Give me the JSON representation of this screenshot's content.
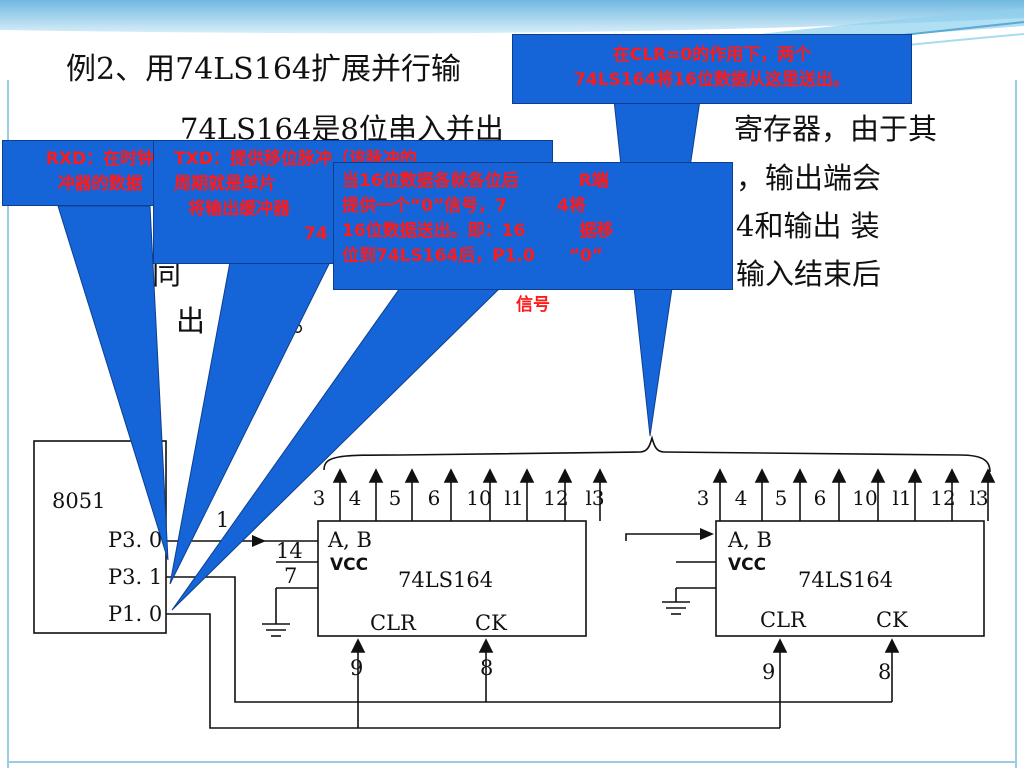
{
  "slide": {
    "title": "例2、用74LS164扩展并行输",
    "body_lines": [
      "74LS164是8位串入并出",
      "寄存器，由于其",
      "，输出端会",
      "4和输出 装",
      "输入结束后",
      "同",
      "出",
      "。"
    ]
  },
  "callouts": {
    "rxd": {
      "lines": [
        "RXD：在时钟",
        "冲器的数据"
      ]
    },
    "txd": {
      "lines": [
        "TXD：提供移位脉冲（该脉冲的",
        "周期就是单片",
        "将输出缓冲器",
        "74"
      ]
    },
    "clr_signal": {
      "lines": [
        "当16位数据各就各位后",
        "R端",
        "提供一个“0”信号，7",
        "4将",
        "16位数据送出。即：16",
        "据移",
        "位到74LS164后，P1.0",
        "“0”",
        "信号"
      ]
    },
    "clr_output": {
      "lines": [
        "在CLR=0的作用下，两个",
        "74LS164将16位数据从这里送出。"
      ]
    }
  },
  "circuit": {
    "mcu_name": "8051",
    "ports": [
      "P3. 0",
      "P3. 1",
      "P1. 0"
    ],
    "p30_pin": "1",
    "chip1": {
      "name": "74LS164",
      "ab_label": "A, B",
      "vcc_label": "VCC",
      "clr_label": "CLR",
      "ck_label": "CK",
      "pin_14": "14",
      "pin_7": "7",
      "pin_clr": "9",
      "pin_ck": "8",
      "outputs": [
        "3",
        "4",
        "5",
        "6",
        "10",
        "l1",
        "12",
        "l3"
      ]
    },
    "chip2": {
      "name": "74LS164",
      "ab_label": "A, B",
      "vcc_label": "VCC",
      "clr_label": "CLR",
      "ck_label": "CK",
      "pin_clr": "9",
      "pin_ck": "8",
      "outputs": [
        "3",
        "4",
        "5",
        "6",
        "10",
        "l1",
        "12",
        "l3"
      ]
    }
  },
  "colors": {
    "callout_fill": "#1565d8",
    "callout_text": "#ff1a1a",
    "band_top": "#7fc4e8"
  }
}
